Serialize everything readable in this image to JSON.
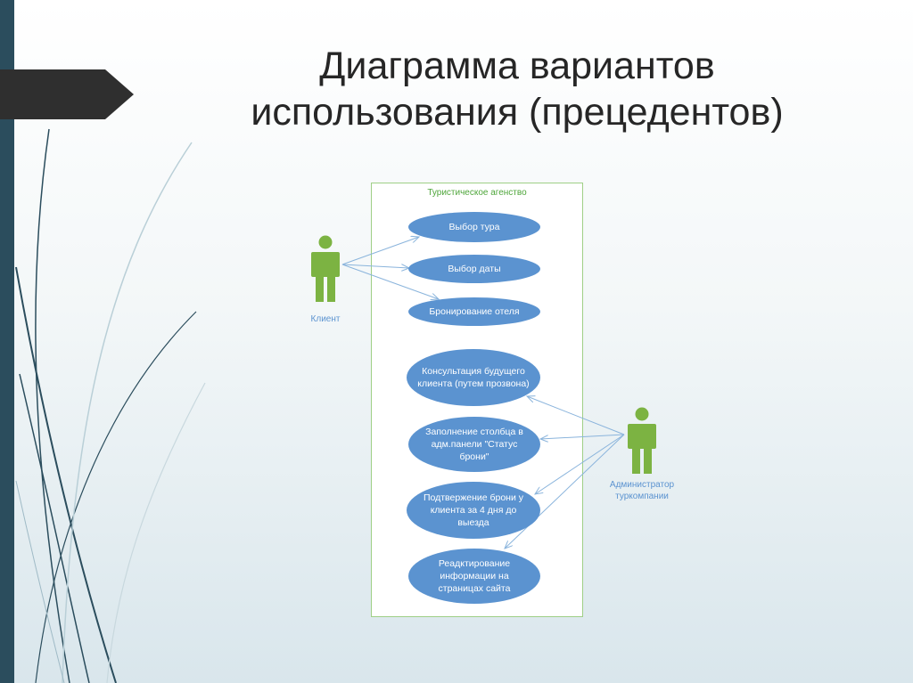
{
  "title": {
    "line1": "Диаграмма вариантов",
    "line2": "использования (прецедентов)"
  },
  "diagram": {
    "system_label": "Туристическое агенство",
    "actors": {
      "client": {
        "label": "Клиент"
      },
      "admin": {
        "label_line1": "Администратор",
        "label_line2": "туркомпании"
      }
    },
    "use_cases": {
      "tour": "Выбор тура",
      "date": "Выбор даты",
      "hotel": "Бронирование отеля",
      "consult": "Консультация будущего клиента (путем прозвона)",
      "status": "Заполнение столбца в адм.панели \"Статус брони\"",
      "confirm": "Подтвержение брони у клиента за 4 дня до выезда",
      "edit": "Реадктирование информации на страницах сайта"
    }
  },
  "colors": {
    "actor": "#7cb342",
    "use_case": "#5b93d0",
    "system_border": "#9fcf86",
    "link": "#8ab4dc",
    "sidebar": "#2b4d5d"
  }
}
